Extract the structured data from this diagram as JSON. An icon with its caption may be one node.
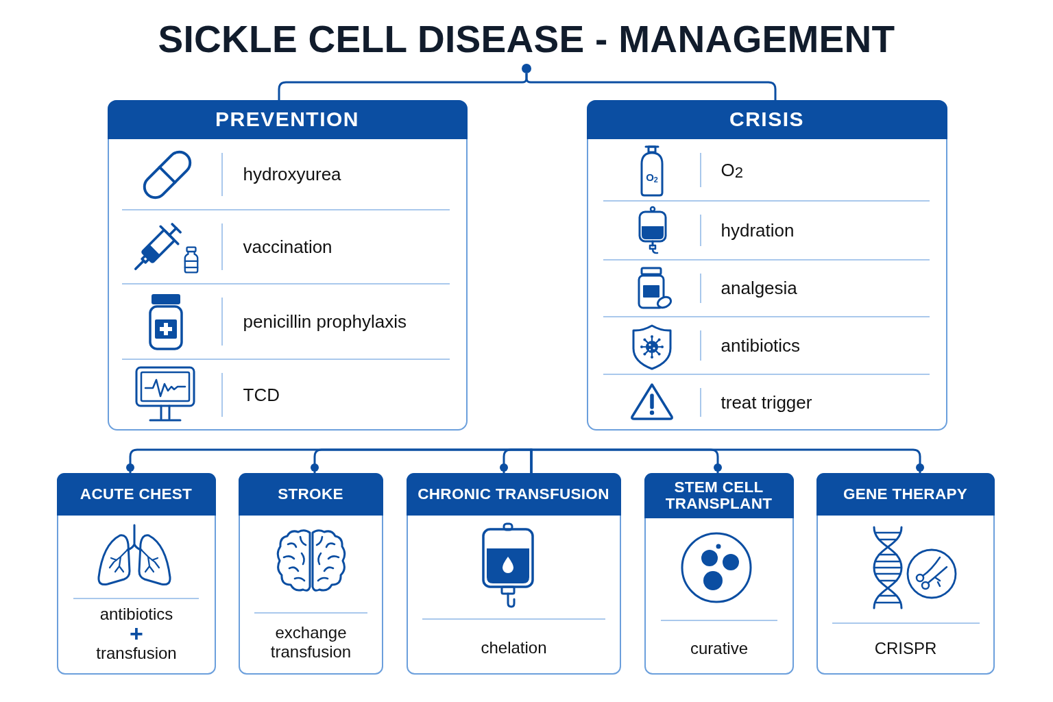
{
  "diagram": {
    "title": "SICKLE CELL DISEASE - MANAGEMENT",
    "nodes": [
      {
        "text": [],
        "shape": "circle"
      },
      {
        "text": [
          "PREVENTION",
          "hydroxyurea",
          "vaccination",
          "penicillin prophylaxis",
          "TCD"
        ]
      },
      {
        "text": [
          "CRISIS",
          "O$_{2}$",
          "hydration",
          "analgesia",
          "antibiotics",
          "treat trigger"
        ]
      },
      {
        "text": [
          "ACUTE CHEST",
          "antibiotics **+** transfusion"
        ]
      },
      {
        "text": [
          "STROKE",
          "exchange transfusion"
        ]
      },
      {
        "text": [
          "CHRONIC TRANSFUSION",
          "chelation"
        ]
      },
      {
        "text": [
          "STEM CELL TRANSPLANT",
          "curative"
        ]
      },
      {
        "text": [
          "GENE THERAPY",
          "CRISPR"
        ]
      }
    ],
    "edges": [
      {
        "from": 0,
        "to": 1,
        "arrow": "none"
      },
      {
        "from": 0,
        "to": 2,
        "arrow": "none"
      },
      {
        "from": 5,
        "to": 3,
        "arrow": "other"
      },
      {
        "from": 5,
        "to": 4,
        "arrow": "other"
      },
      {
        "from": null,
        "to": 5,
        "arrow": "other"
      },
      {
        "from": 5,
        "to": 6,
        "arrow": "other"
      },
      {
        "from": 5,
        "to": 7,
        "arrow": "other"
      }
    ],
    "labels": [
      "O$_{2}$"
    ]
  }
}
